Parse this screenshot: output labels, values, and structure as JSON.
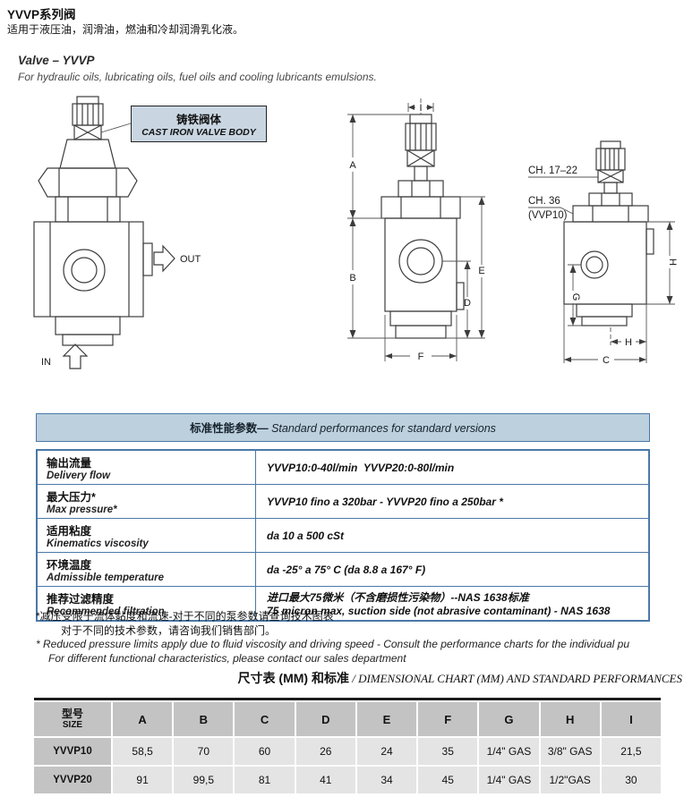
{
  "header": {
    "title_cn": "YVVP系列阀",
    "subtitle_cn": "适用于液压油，润滑油，燃油和冷却润滑乳化液。",
    "title_en": "Valve – YVVP",
    "subtitle_en": "For hydraulic oils, lubricating oils, fuel oils and cooling lubricants emulsions."
  },
  "drawings": {
    "callout": {
      "cn": "铸铁阀体",
      "en": "CAST IRON VALVE BODY"
    },
    "out_label": "OUT",
    "in_label": "IN",
    "ch_17_22": "CH. 17–22",
    "ch_36": "CH. 36",
    "ch_36_note": "(VVP10)",
    "dims": {
      "A": "A",
      "B": "B",
      "C": "C",
      "D": "D",
      "E": "E",
      "F": "F",
      "G": "G",
      "H": "H",
      "I": "I"
    }
  },
  "performance": {
    "header_cn": "标准性能参数—",
    "header_en": " Standard performances for standard versions",
    "rows": [
      {
        "label_cn": "输出流量",
        "label_en": "Delivery flow",
        "value": "YVVP10:0-40l/min  YVVP20:0-80l/min"
      },
      {
        "label_cn": "最大压力*",
        "label_en": "Max pressure*",
        "value": "YVVP10 fino a 320bar - YVVP20 fino a 250bar *"
      },
      {
        "label_cn": "适用粘度",
        "label_en": "Kinematics viscosity",
        "value": "da 10 a 500 cSt"
      },
      {
        "label_cn": "环境温度",
        "label_en": "Admissible temperature",
        "value": "da -25° a 75° C (da 8.8 a 167° F)"
      },
      {
        "label_cn": "推荐过滤精度",
        "label_en": "Recommended filtration",
        "value": "进口最大75微米（不含磨损性污染物）--NAS 1638标准",
        "value2": "75 micron max, suction side (not abrasive contaminant) - NAS 1638"
      }
    ]
  },
  "footnotes": {
    "cn1": "*减压受限于流体黏度和流速-对于不同的泵参数请查询技术图表",
    "cn2": "对于不同的技术参数，请咨询我们销售部门。",
    "en1": "*  Reduced pressure limits apply due to fluid viscosity and driving speed - Consult the performance charts for the individual pu",
    "en2": "For different functional characteristics, please contact our sales department"
  },
  "dim_chart": {
    "title_cn": "尺寸表 (MM) 和标准",
    "title_en": " / DIMENSIONAL CHART (MM) AND STANDARD PERFORMANCES",
    "header": {
      "model_cn": "型号",
      "model_en": "SIZE",
      "cols": [
        "A",
        "B",
        "C",
        "D",
        "E",
        "F",
        "G",
        "H",
        "I"
      ]
    },
    "rows": [
      {
        "model": "YVVP10",
        "values": [
          "58,5",
          "70",
          "60",
          "26",
          "24",
          "35",
          "1/4\" GAS",
          "3/8\" GAS",
          "21,5"
        ]
      },
      {
        "model": "YVVP20",
        "values": [
          "91",
          "99,5",
          "81",
          "41",
          "34",
          "45",
          "1/4\" GAS",
          "1/2\"GAS",
          "30"
        ]
      }
    ]
  }
}
